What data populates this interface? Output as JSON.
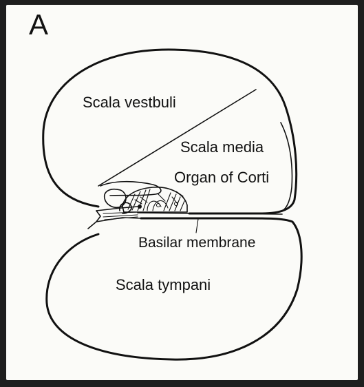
{
  "panel_letter": "A",
  "labels": {
    "scala_vestibuli": "Scala vestbuli",
    "scala_media": "Scala media",
    "organ_of_corti": "Organ of Corti",
    "basilar_membrane": "Basilar membrane",
    "scala_tympani": "Scala tympani"
  },
  "colors": {
    "ink": "#111111",
    "paper": "#fbfbf8",
    "frame": "#1e1e1e"
  }
}
